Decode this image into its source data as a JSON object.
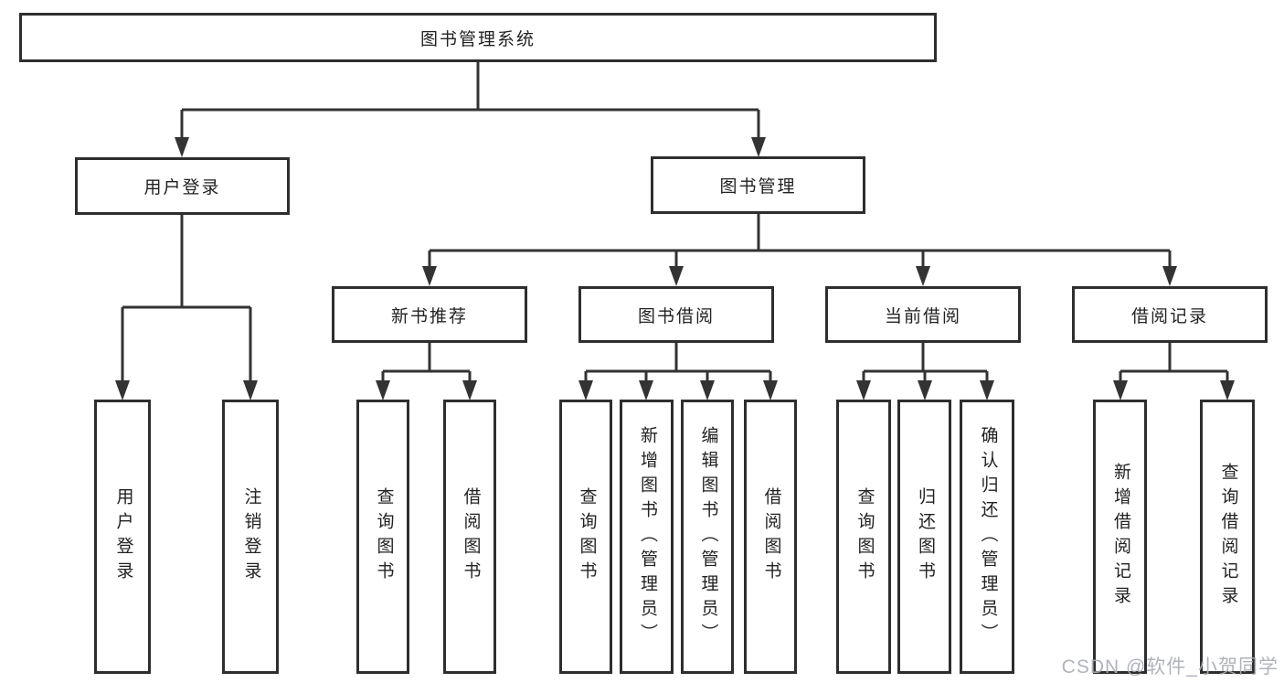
{
  "tree": {
    "root": {
      "label": "图书管理系统"
    },
    "branches": [
      {
        "label": "用户登录",
        "children": [
          {
            "label": "用户登录"
          },
          {
            "label": "注销登录"
          }
        ]
      },
      {
        "label": "图书管理",
        "children": [
          {
            "label": "新书推荐",
            "children": [
              {
                "label": "查询图书"
              },
              {
                "label": "借阅图书"
              }
            ]
          },
          {
            "label": "图书借阅",
            "children": [
              {
                "label": "查询图书"
              },
              {
                "label": "新增图书（管理员）"
              },
              {
                "label": "编辑图书（管理员）"
              },
              {
                "label": "借阅图书"
              }
            ]
          },
          {
            "label": "当前借阅",
            "children": [
              {
                "label": "查询图书"
              },
              {
                "label": "归还图书"
              },
              {
                "label": "确认归还（管理员）"
              }
            ]
          },
          {
            "label": "借阅记录",
            "children": [
              {
                "label": "新增借阅记录"
              },
              {
                "label": "查询借阅记录"
              }
            ]
          }
        ]
      }
    ]
  },
  "watermark": {
    "text": "CSDN @软件_小贺同学"
  },
  "colors": {
    "line": "#333333",
    "box_border": "#2e2e2e",
    "text": "#222222",
    "watermark": "#a8adb4",
    "background": "#ffffff"
  }
}
